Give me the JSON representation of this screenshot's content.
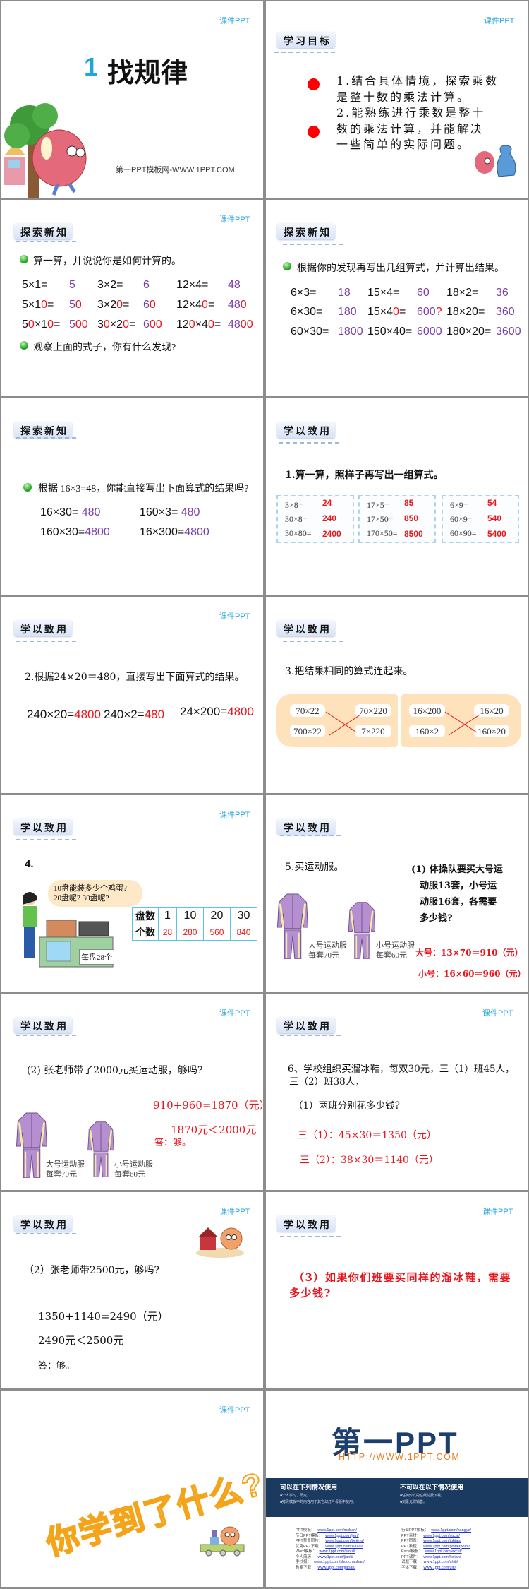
{
  "brand_tag": "课件PPT",
  "colors": {
    "answer_purple": "#7a3fa8",
    "answer_red": "#e8161c",
    "tag_blue": "#29a7e1",
    "logo_navy": "#1d3f6e",
    "logo_orange": "#e87d1e",
    "band_navy": "#1b3a60"
  },
  "slide1": {
    "number": "1",
    "title": "找规律",
    "subtitle": "第一PPT模板网-WWW.1PPT.COM"
  },
  "slide2": {
    "tab": "学习目标",
    "lines": [
      "1.结合具体情境，探索乘数",
      "是整十数的乘法计算。",
      "2.能熟练进行乘数是整十",
      "数的乘法计算，并能解决",
      "一些简单的实际问题。"
    ]
  },
  "slide3": {
    "tab": "探索新知",
    "prompt": "算一算，并说说你是如何计算的。",
    "question": "观察上面的式子，你有什么发现?",
    "rows": [
      [
        {
          "expr": [
            "5×1="
          ],
          "ans": [
            "5"
          ]
        },
        {
          "expr": [
            "3×2="
          ],
          "ans": [
            "6"
          ]
        },
        {
          "expr": [
            "12×4="
          ],
          "ans": [
            "48"
          ]
        }
      ],
      [
        {
          "expr": [
            "5×1",
            "0",
            "="
          ],
          "ans": [
            "5",
            "0"
          ]
        },
        {
          "expr": [
            "3×2",
            "0",
            "="
          ],
          "ans": [
            "6",
            "0"
          ]
        },
        {
          "expr": [
            "12×4",
            "0",
            "="
          ],
          "ans": [
            "48",
            "0"
          ]
        }
      ],
      [
        {
          "expr": [
            "5",
            "0",
            "×1",
            "0",
            "="
          ],
          "ans": [
            "5",
            "00"
          ]
        },
        {
          "expr": [
            "3",
            "0",
            "×2",
            "0",
            "="
          ],
          "ans": [
            "6",
            "00"
          ]
        },
        {
          "expr": [
            "12",
            "0",
            "×4",
            "0",
            "="
          ],
          "ans": [
            "48",
            "00"
          ]
        }
      ]
    ]
  },
  "slide4": {
    "tab": "探索新知",
    "prompt": "根据你的发现再写出几组算式，并计算出结果。",
    "rows": [
      [
        {
          "expr": [
            "6×3="
          ],
          "ans": [
            "18"
          ]
        },
        {
          "expr": [
            "15×4="
          ],
          "ans": [
            "60"
          ]
        },
        {
          "expr": [
            "18×2="
          ],
          "ans": [
            "36"
          ]
        }
      ],
      [
        {
          "expr": [
            "6×30="
          ],
          "ans": [
            "180"
          ]
        },
        {
          "expr": [
            "15×4",
            "0",
            "="
          ],
          "ans": [
            "600",
            "?"
          ]
        },
        {
          "expr": [
            "18×20="
          ],
          "ans": [
            "360"
          ]
        }
      ],
      [
        {
          "expr": [
            "60×30="
          ],
          "ans": [
            "1800"
          ]
        },
        {
          "expr": [
            "150×40="
          ],
          "ans": [
            "6000"
          ]
        },
        {
          "expr": [
            "180×20="
          ],
          "ans": [
            "3600"
          ]
        }
      ]
    ]
  },
  "slide5": {
    "tab": "探索新知",
    "prompt": "根据 16×3=48，你能直接写出下面算式的结果吗?",
    "items": [
      {
        "expr": "16×30=",
        "ans": "480"
      },
      {
        "expr": "160×3=",
        "ans": "480"
      },
      {
        "expr": "160×30=",
        "ans": "4800"
      },
      {
        "expr": "16×300=",
        "ans": "4800"
      }
    ]
  },
  "slide6": {
    "tab": "学以致用",
    "title": "1.算一算，照样子再写出一组算式。",
    "groups": [
      [
        {
          "expr": "3×8=",
          "ans": "24"
        },
        {
          "expr": "30×8=",
          "ans": "240"
        },
        {
          "expr": "30×80=",
          "ans": "2400"
        }
      ],
      [
        {
          "expr": "17×5=",
          "ans": "85"
        },
        {
          "expr": "17×50=",
          "ans": "850"
        },
        {
          "expr": "170×50=",
          "ans": "8500"
        }
      ],
      [
        {
          "expr": "6×9=",
          "ans": "54"
        },
        {
          "expr": "60×9=",
          "ans": "540"
        },
        {
          "expr": "60×90=",
          "ans": "5400"
        }
      ]
    ]
  },
  "slide7": {
    "tab": "学以致用",
    "title": "2.根据24×20＝480，直接写出下面算式的结果。",
    "items": [
      {
        "expr": "240×20=",
        "ans": "4800"
      },
      {
        "expr": "240×2=",
        "ans": "480"
      },
      {
        "expr": "24×200=",
        "ans": "4800"
      }
    ]
  },
  "slide8": {
    "tab": "学以致用",
    "title": "3.把结果相同的算式连起来。",
    "left": [
      "70×22",
      "70×220",
      "700×22",
      "7×220"
    ],
    "right": [
      "16×200",
      "16×20",
      "160×2",
      "160×20"
    ]
  },
  "slide9": {
    "tab": "学以致用",
    "number": "4.",
    "bubble": [
      "10盘能装多少个鸡蛋?",
      "20盘呢? 30盘呢?"
    ],
    "tray_label": "每盘28个",
    "table": {
      "row_headers": [
        "盘数",
        "个数"
      ],
      "plates": [
        "1",
        "10",
        "20",
        "30"
      ],
      "eggs": [
        "28",
        "280",
        "560",
        "840"
      ]
    }
  },
  "slide10": {
    "tab": "学以致用",
    "title": "5.买运动服。",
    "question": [
      "(1) 体操队要买大号运",
      "动服13套，小号运",
      "动服16套，各需要",
      "多少钱?"
    ],
    "large": [
      "大号运动服",
      "每套70元"
    ],
    "small": [
      "小号运动服",
      "每套60元"
    ],
    "answers": [
      "大号：13×70＝910（元）",
      "小号：16×60＝960（元）"
    ]
  },
  "slide11": {
    "tab": "学以致用",
    "question": "(2) 张老师带了2000元买运动服，够吗?",
    "calc": "910+960=1870（元）",
    "compare": "1870元＜2000元",
    "answer": "答：够。",
    "large": [
      "大号运动服",
      "每套70元"
    ],
    "small": [
      "小号运动服",
      "每套60元"
    ]
  },
  "slide12": {
    "tab": "学以致用",
    "problem": [
      "6、学校组织买溜冰鞋，每双30元，三（1）班45人，",
      "三（2）班38人，"
    ],
    "question": "（1）两班分别花多少钱?",
    "answers": [
      "三（1）：45×30＝1350（元）",
      "三（2）：38×30＝1140（元）"
    ]
  },
  "slide13": {
    "tab": "学以致用",
    "question": "（2）张老师带2500元，够吗?",
    "lines": [
      "1350+1140=2490（元）",
      "2490元＜2500元",
      "答：够。"
    ]
  },
  "slide14": {
    "tab": "学以致用",
    "question": "（3）如果你们班要买同样的溜冰鞋，需要多少钱?"
  },
  "slide15": {
    "headline": "你学到了什么?"
  },
  "slide16": {
    "logo": "第一PPT",
    "url": "HTTP://WWW.1PPT.COM",
    "can_title": "可以在下列情况使用",
    "can_items": [
      "■个人学习、研究。",
      "■拷贝模板中的内容用于其它幻灯片母版中使用。"
    ],
    "cannot_title": "不可以在以下情况使用",
    "cannot_items": [
      "■任何形式的在线付费下载。",
      "■刻录光碟销售。"
    ],
    "links_left": [
      {
        "label": "PPT模板：",
        "url": "www.1ppt.com/moban/"
      },
      {
        "label": "节日PPT模板：",
        "url": "www.1ppt.com/jieri/"
      },
      {
        "label": "PPT背景图片：",
        "url": "www.1ppt.com/beijing/"
      },
      {
        "label": "优秀PPT下载：",
        "url": "www.1ppt.com/xiazai/"
      },
      {
        "label": "Word模板：",
        "url": "www.1ppt.com/word/"
      },
      {
        "label": "个人简历：",
        "url": "www.1ppt.com/jianli/"
      },
      {
        "label": "手抄报：",
        "url": "www.1ppt.com/shouchaobao/"
      },
      {
        "label": "教案下载：",
        "url": "www.1ppt.com/jiaoan/"
      }
    ],
    "links_right": [
      {
        "label": "行业PPT模板：",
        "url": "www.1ppt.com/hangye/"
      },
      {
        "label": "PPT素材：",
        "url": "www.1ppt.com/sucai/"
      },
      {
        "label": "PPT图表：",
        "url": "www.1ppt.com/tubiao/"
      },
      {
        "label": "PPT教程：",
        "url": "www.1ppt.com/powerpoint/"
      },
      {
        "label": "Excel模板：",
        "url": "www.1ppt.com/excel/"
      },
      {
        "label": "PPT课件：",
        "url": "www.1ppt.com/kejian/"
      },
      {
        "label": "试题下载：",
        "url": "www.1ppt.com/shiti/"
      },
      {
        "label": "字体下载：",
        "url": "www.1ppt.com/ziti/"
      }
    ]
  }
}
